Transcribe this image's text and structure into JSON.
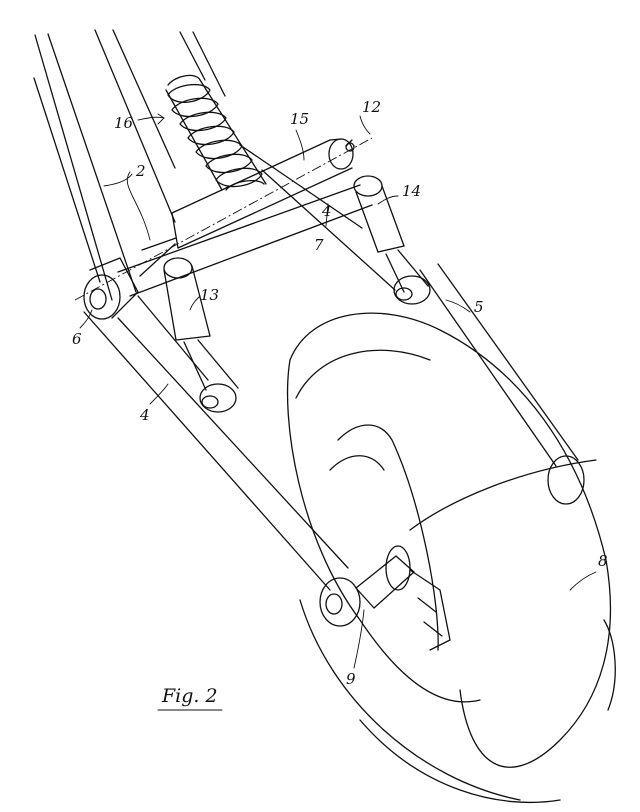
{
  "figure": {
    "caption": "Fig. 2",
    "reference_numerals": [
      "16",
      "15",
      "12",
      "2",
      "14",
      "7",
      "4",
      "13",
      "6",
      "4",
      "5",
      "8",
      "9"
    ]
  }
}
